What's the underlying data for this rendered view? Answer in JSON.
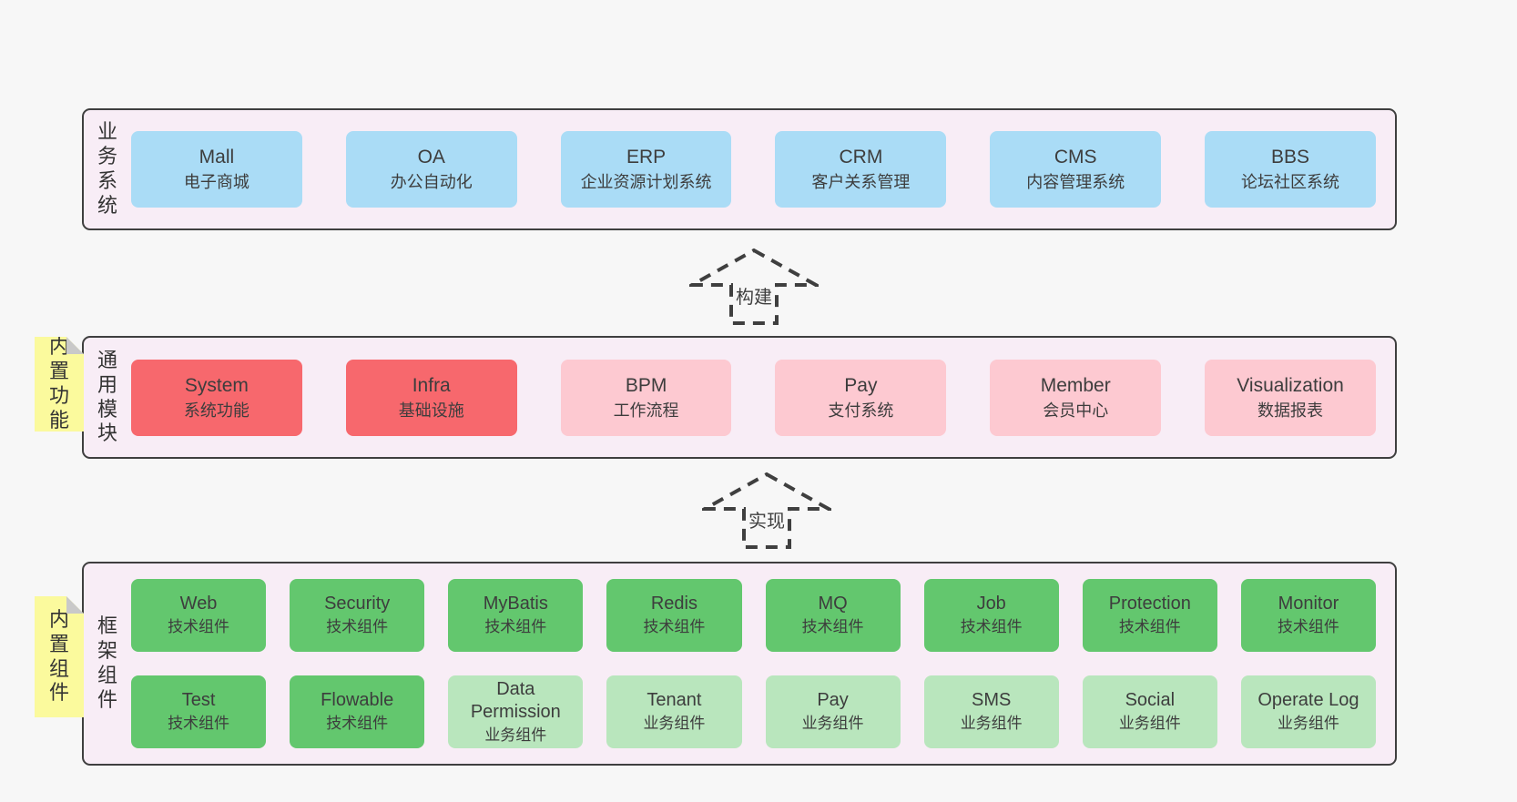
{
  "colors": {
    "page_bg": "#f7f7f7",
    "panel_bg": "#f8edf6",
    "panel_border": "#3f3f3f",
    "blue": "#aadcf6",
    "red": "#f7686d",
    "pink": "#fdc9d1",
    "green_dark": "#63c76e",
    "green_light": "#b9e6bd",
    "yellow_tab": "#fbfa9d",
    "text": "#3d3d3d"
  },
  "business_systems": {
    "label": "业务系统",
    "boxes": [
      {
        "name": "Mall",
        "desc": "电子商城"
      },
      {
        "name": "OA",
        "desc": "办公自动化"
      },
      {
        "name": "ERP",
        "desc": "企业资源计划系统"
      },
      {
        "name": "CRM",
        "desc": "客户关系管理"
      },
      {
        "name": "CMS",
        "desc": "内容管理系统"
      },
      {
        "name": "BBS",
        "desc": "论坛社区系统"
      }
    ]
  },
  "arrow_build": {
    "label": "构建"
  },
  "common_modules": {
    "label": "通用模块",
    "tab": "内置功能",
    "boxes": [
      {
        "name": "System",
        "desc": "系统功能",
        "variant": "red"
      },
      {
        "name": "Infra",
        "desc": "基础设施",
        "variant": "red"
      },
      {
        "name": "BPM",
        "desc": "工作流程",
        "variant": "pink"
      },
      {
        "name": "Pay",
        "desc": "支付系统",
        "variant": "pink"
      },
      {
        "name": "Member",
        "desc": "会员中心",
        "variant": "pink"
      },
      {
        "name": "Visualization",
        "desc": "数据报表",
        "variant": "pink"
      }
    ]
  },
  "arrow_implement": {
    "label": "实现"
  },
  "framework_components": {
    "label": "框架组件",
    "tab": "内置组件",
    "row1": [
      {
        "name": "Web",
        "desc": "技术组件",
        "variant": "dark"
      },
      {
        "name": "Security",
        "desc": "技术组件",
        "variant": "dark"
      },
      {
        "name": "MyBatis",
        "desc": "技术组件",
        "variant": "dark"
      },
      {
        "name": "Redis",
        "desc": "技术组件",
        "variant": "dark"
      },
      {
        "name": "MQ",
        "desc": "技术组件",
        "variant": "dark"
      },
      {
        "name": "Job",
        "desc": "技术组件",
        "variant": "dark"
      },
      {
        "name": "Protection",
        "desc": "技术组件",
        "variant": "dark"
      },
      {
        "name": "Monitor",
        "desc": "技术组件",
        "variant": "dark"
      }
    ],
    "row2": [
      {
        "name": "Test",
        "desc": "技术组件",
        "variant": "dark"
      },
      {
        "name": "Flowable",
        "desc": "技术组件",
        "variant": "dark"
      },
      {
        "name": "Data Permission",
        "desc": "业务组件",
        "variant": "light"
      },
      {
        "name": "Tenant",
        "desc": "业务组件",
        "variant": "light"
      },
      {
        "name": "Pay",
        "desc": "业务组件",
        "variant": "light"
      },
      {
        "name": "SMS",
        "desc": "业务组件",
        "variant": "light"
      },
      {
        "name": "Social",
        "desc": "业务组件",
        "variant": "light"
      },
      {
        "name": "Operate Log",
        "desc": "业务组件",
        "variant": "light"
      }
    ]
  }
}
